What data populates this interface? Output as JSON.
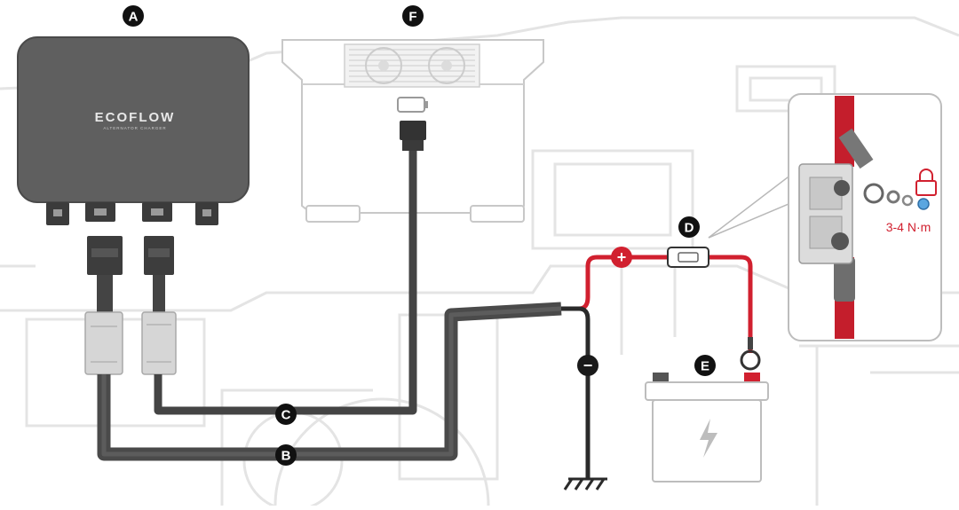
{
  "brand": {
    "logo": "ECOFLOW",
    "subtitle": "ALTERNATOR CHARGER"
  },
  "labels": {
    "a": "A",
    "b": "B",
    "c": "C",
    "d": "D",
    "e": "E",
    "f": "F"
  },
  "polarity": {
    "positive": "+",
    "negative": "−"
  },
  "torque": "3-4 N·m",
  "colors": {
    "cable_dark": "#4a4a4a",
    "cable_red": "#d1202f",
    "device_grey": "#5f5f5f",
    "background_vehicle": "#e6e6e6",
    "label_bg": "#111111"
  },
  "icons": [
    "lock-icon",
    "lightning-icon",
    "battery-icon",
    "ground-icon",
    "fan-icon"
  ]
}
